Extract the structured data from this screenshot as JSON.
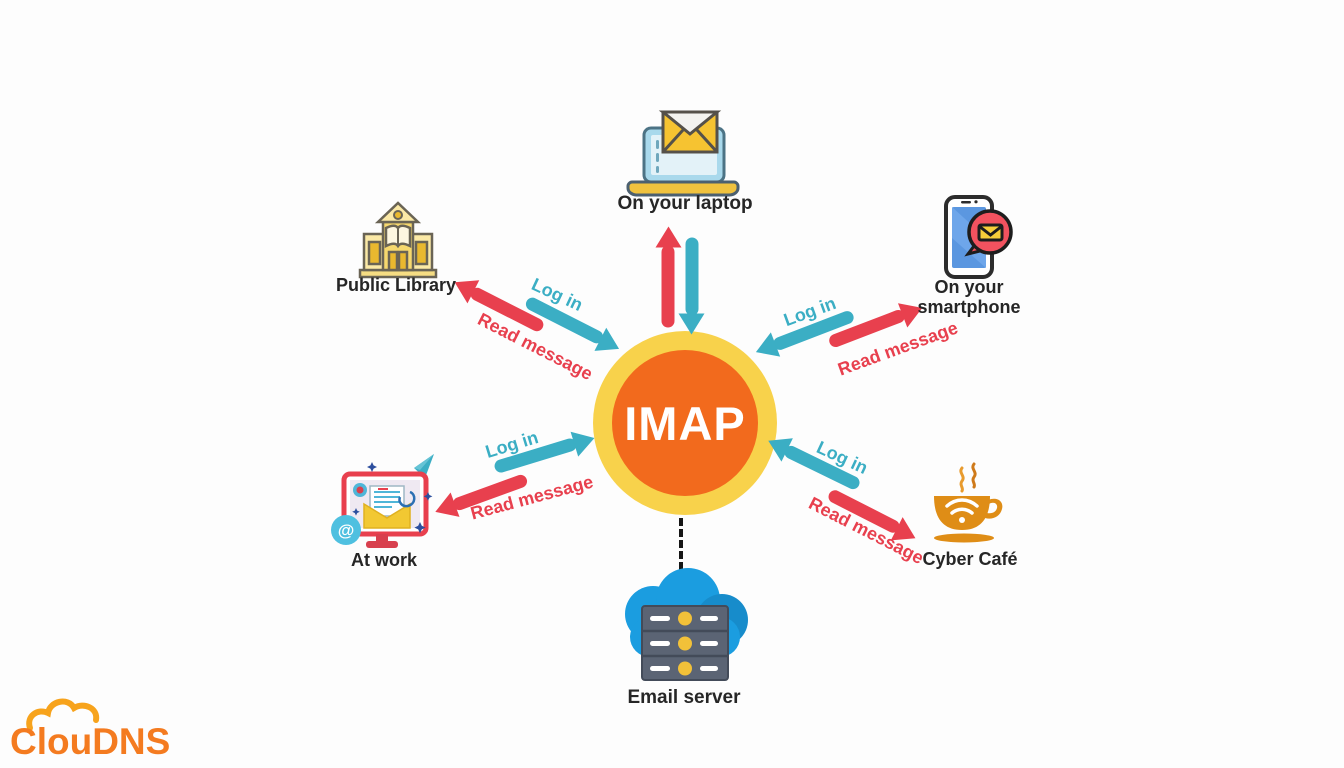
{
  "colors": {
    "teal": "#3BAEC4",
    "red": "#E8404E",
    "ring": "#F8D24B",
    "core": "#F26A1D",
    "ink": "#262626",
    "logo": "#F47B20"
  },
  "center": {
    "label": "IMAP"
  },
  "nodes": {
    "laptop": {
      "label": "On your laptop"
    },
    "library": {
      "label": "Public Library"
    },
    "smartphone": {
      "label_line1": "On your",
      "label_line2": "smartphone"
    },
    "work": {
      "label": "At work"
    },
    "cafe": {
      "label": "Cyber Café"
    },
    "server": {
      "label": "Email server"
    }
  },
  "arrows": {
    "login_label": "Log in",
    "read_label": "Read message"
  },
  "logo": {
    "text": "ClouDNS"
  }
}
